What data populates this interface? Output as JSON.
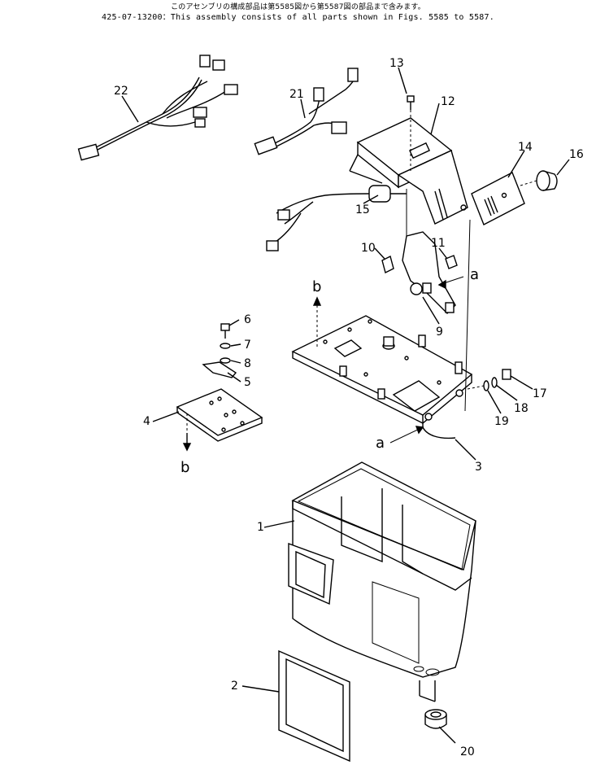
{
  "header": {
    "line1": "このアセンブリの構成部品は第5585図から第5587図の部品まで含みます。",
    "line2": "425-07-13200：This assembly consists of all parts shown in Figs. 5585 to 5587."
  },
  "callouts": {
    "p1": "1",
    "p2": "2",
    "p3": "3",
    "p4": "4",
    "p5": "5",
    "p6": "6",
    "p7": "7",
    "p8": "8",
    "p9": "9",
    "p10": "10",
    "p11": "11",
    "p12": "12",
    "p13": "13",
    "p14": "14",
    "p15": "15",
    "p16": "16",
    "p17": "17",
    "p18": "18",
    "p19": "19",
    "p20": "20",
    "p21": "21",
    "p22": "22"
  },
  "refs": {
    "a_upper": "a",
    "a_lower": "a",
    "b_upper": "b",
    "b_lower": "b"
  }
}
